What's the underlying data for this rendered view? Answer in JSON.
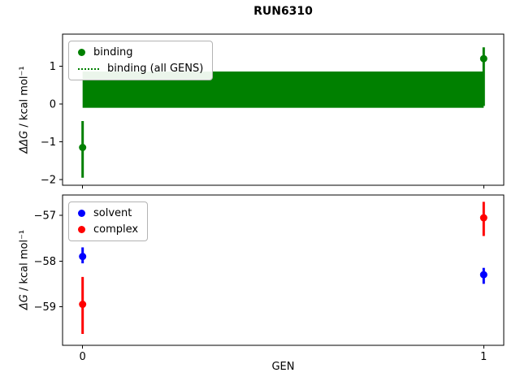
{
  "title": "RUN6310",
  "chart_data": [
    {
      "type": "scatter",
      "ylabel_symbol": "ΔΔG",
      "ylabel_units": " / kcal mol⁻¹",
      "xlim": [
        -0.05,
        1.05
      ],
      "ylim": [
        -2.15,
        1.85
      ],
      "yticks": [
        1,
        0,
        -1,
        -2
      ],
      "xticks": [
        0,
        1
      ],
      "xticklabels": null,
      "grid": false,
      "legend_position": "upper left",
      "legend": [
        {
          "label": "binding",
          "marker": "point",
          "color": "#008000"
        },
        {
          "label": "binding (all GENS)",
          "marker": "dotted-line",
          "color": "#008000"
        }
      ],
      "band": {
        "x": [
          0,
          1
        ],
        "y_low": -0.1,
        "y_high": 0.86,
        "color": "#008000"
      },
      "series": [
        {
          "name": "binding",
          "color": "#008000",
          "x": [
            0,
            1
          ],
          "y": [
            -1.15,
            1.2
          ],
          "err_minus": [
            0.8,
            1.25
          ],
          "err_plus": [
            0.7,
            0.3
          ]
        }
      ]
    },
    {
      "type": "scatter",
      "ylabel_symbol": "ΔG",
      "ylabel_units": " / kcal mol⁻¹",
      "xlabel": "GEN",
      "xlim": [
        -0.05,
        1.05
      ],
      "ylim": [
        -59.85,
        -56.55
      ],
      "yticks": [
        -57,
        -58,
        -59
      ],
      "xticks": [
        0,
        1
      ],
      "xticklabels": [
        "0",
        "1"
      ],
      "grid": false,
      "legend_position": "upper left",
      "legend": [
        {
          "label": "solvent",
          "marker": "point",
          "color": "#0000ff"
        },
        {
          "label": "complex",
          "marker": "point",
          "color": "#ff0000"
        }
      ],
      "series": [
        {
          "name": "solvent",
          "color": "#0000ff",
          "x": [
            0,
            1
          ],
          "y": [
            -57.9,
            -58.3
          ],
          "err_minus": [
            0.15,
            0.2
          ],
          "err_plus": [
            0.2,
            0.15
          ]
        },
        {
          "name": "complex",
          "color": "#ff0000",
          "x": [
            0,
            1
          ],
          "y": [
            -58.95,
            -57.05
          ],
          "err_minus": [
            0.65,
            0.4
          ],
          "err_plus": [
            0.6,
            0.35
          ]
        }
      ]
    }
  ]
}
